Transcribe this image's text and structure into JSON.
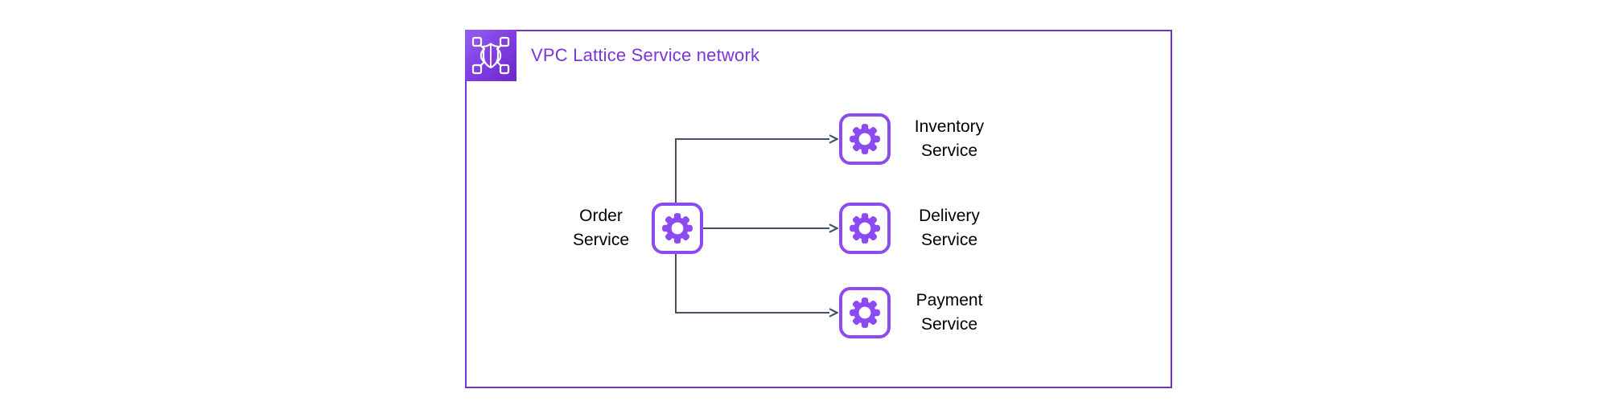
{
  "diagram": {
    "title": "VPC Lattice Service network",
    "colors": {
      "container_border": "#7433CF",
      "title_text": "#7B35D9",
      "node_accent": "#8B4AF2",
      "edge": "#435066",
      "header_icon_gradient_start": "#9260F2",
      "header_icon_gradient_end": "#6D28C9",
      "label_text": "#000000",
      "background": "#FFFFFF"
    },
    "header_icon": "vpc-lattice-icon",
    "nodes": [
      {
        "id": "order-service",
        "line1": "Order",
        "line2": "Service",
        "icon": "gear-icon",
        "label_position": "left"
      },
      {
        "id": "inventory-service",
        "line1": "Inventory",
        "line2": "Service",
        "icon": "gear-icon",
        "label_position": "right"
      },
      {
        "id": "delivery-service",
        "line1": "Delivery",
        "line2": "Service",
        "icon": "gear-icon",
        "label_position": "right"
      },
      {
        "id": "payment-service",
        "line1": "Payment",
        "line2": "Service",
        "icon": "gear-icon",
        "label_position": "right"
      }
    ],
    "edges": [
      {
        "from": "order-service",
        "to": "inventory-service"
      },
      {
        "from": "order-service",
        "to": "delivery-service"
      },
      {
        "from": "order-service",
        "to": "payment-service"
      }
    ]
  }
}
